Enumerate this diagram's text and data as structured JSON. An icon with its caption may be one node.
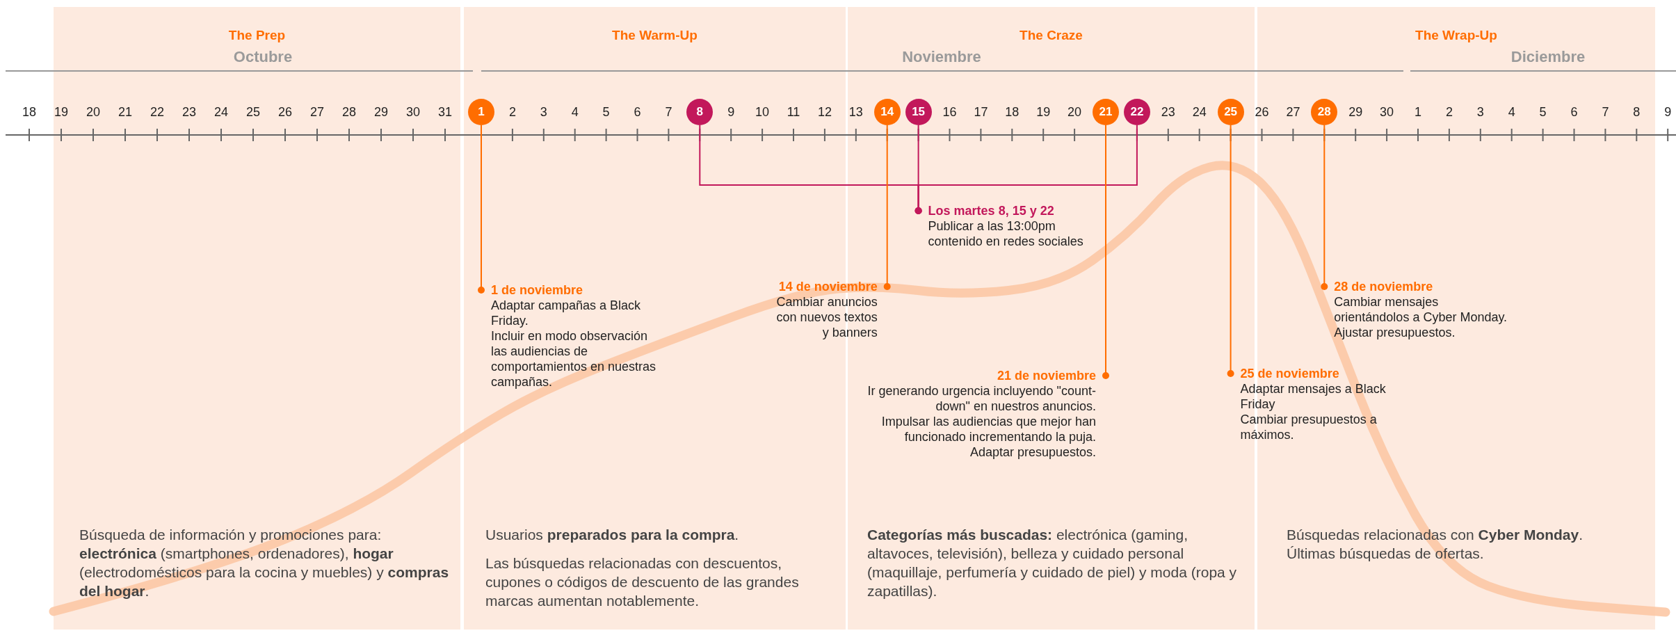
{
  "diagram": {
    "nodes": [
      {
        "text": [
          "The Prep",
          "Búsqueda de información y promociones para: **electrónica** (smartphones, ordenadores), **hogar** (electrodomésticos para la cocina y muebles) y **compras del hogar**."
        ]
      },
      {
        "text": [
          "The Warm-Up",
          "Usuarios **preparados para la compra**.",
          "Las búsquedas relacionadas con descuentos, cupones o códigos de descuento de las grandes marcas aumentan notablemente."
        ]
      },
      {
        "text": [
          "The Craze",
          "**Categorías más buscadas:** electrónica (gaming, altavoces, televisión), belleza y cuidado personal (maquillaje, perfumería y cuidado de piel) y moda (ropa y zapatillas)."
        ]
      },
      {
        "text": [
          "The Wrap-Up",
          "Búsquedas relacionadas con **Cyber Monday**.",
          "Últimas búsquedas de ofertas."
        ]
      },
      {
        "text": [
          "1"
        ],
        "in": 1
      },
      {
        "text": [
          "8"
        ],
        "in": 1
      },
      {
        "text": [
          "14"
        ],
        "in": 2
      },
      {
        "text": [
          "15"
        ],
        "in": 2
      },
      {
        "text": [
          "21"
        ],
        "in": 2
      },
      {
        "text": [
          "22"
        ],
        "in": 2
      },
      {
        "text": [
          "25"
        ],
        "in": 2
      },
      {
        "text": [
          "28"
        ],
        "in": 3
      },
      {
        "text": [
          "Los martes 8, 15 y 22",
          "Publicar a las 13:00pm contenido en redes sociales"
        ],
        "in": 2
      },
      {
        "text": [
          "1 de noviembre",
          "Adaptar campañas a Black Friday.",
          "Incluir en modo observación las audiencias de comportamientos en nuestras campañas."
        ],
        "in": 1
      },
      {
        "text": [
          "14 de noviembre",
          "Cambiar anuncios con nuevos textos y banners"
        ]
      },
      {
        "text": [
          "28 de noviembre",
          "Cambiar mensajes orientándolos a Cyber Monday.",
          "Ajustar presupuestos."
        ],
        "in": 3
      },
      {
        "text": [
          "21 de noviembre",
          "Ir generando urgencia incluyendo \"count-down\" en nuestros anuncios.",
          "Impulsar las audiencias que mejor han funcionado incrementando la puja.",
          "Adaptar presupuestos."
        ],
        "in": 2
      },
      {
        "text": [
          "25 de noviembre",
          "Adaptar mensajes a Black Friday",
          "Cambiar presupuestos  a máximos."
        ]
      }
    ],
    "edges": [
      {
        "from": 4,
        "to": 13,
        "arrow": "other"
      },
      {
        "from": 5,
        "to": 12,
        "arrow": "other",
        "color": "#c2185b"
      },
      {
        "from": 7,
        "to": 12,
        "arrow": "other",
        "color": "#c2185b"
      },
      {
        "from": 9,
        "to": 12,
        "arrow": "other",
        "color": "#c2185b"
      },
      {
        "from": 6,
        "to": 14,
        "arrow": "other"
      },
      {
        "from": 8,
        "to": 16,
        "arrow": "other"
      },
      {
        "from": 10,
        "to": 17,
        "arrow": "other"
      },
      {
        "from": 11,
        "to": 15,
        "arrow": "other"
      }
    ],
    "labels": [
      "Octubre",
      "Noviembre",
      "Diciembre",
      "18",
      "19",
      "20",
      "21",
      "22",
      "23",
      "24",
      "25",
      "26",
      "27",
      "28",
      "29",
      "30",
      "31",
      "2",
      "3",
      "4",
      "5",
      "6",
      "7",
      "9",
      "10",
      "11",
      "12",
      "13",
      "16",
      "17",
      "18",
      "19",
      "20",
      "23",
      "24",
      "26",
      "27",
      "29",
      "30",
      "1",
      "2",
      "3",
      "4",
      "5",
      "6",
      "7",
      "8",
      "9"
    ]
  }
}
